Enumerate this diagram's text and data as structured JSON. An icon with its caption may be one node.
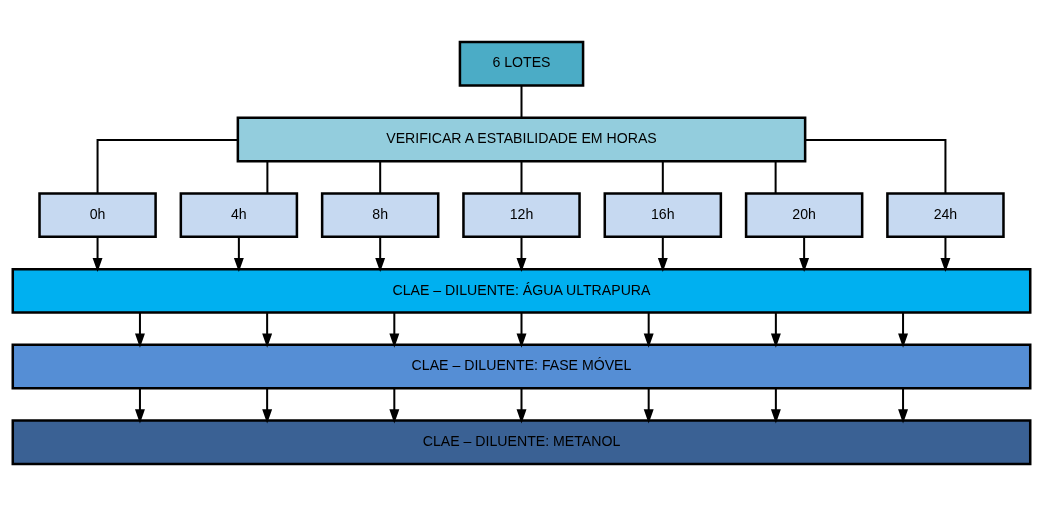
{
  "diagram": {
    "nodes": [
      {
        "text": [
          "6 LOTES"
        ]
      },
      {
        "text": [
          "VERIFICAR A ESTABILIDADE EM HORAS"
        ]
      },
      {
        "text": [
          "0h"
        ]
      },
      {
        "text": [
          "4h"
        ]
      },
      {
        "text": [
          "8h"
        ]
      },
      {
        "text": [
          "12h"
        ]
      },
      {
        "text": [
          "16h"
        ]
      },
      {
        "text": [
          "20h"
        ]
      },
      {
        "text": [
          "24h"
        ]
      },
      {
        "text": [
          "CLAE – DILUENTE: ÁGUA ULTRAPURA"
        ]
      },
      {
        "text": [
          "CLAE – DILUENTE: FASE MÓVEL"
        ]
      },
      {
        "text": [
          "CLAE – DILUENTE: METANOL"
        ]
      }
    ],
    "edges": [
      {
        "from": 0,
        "to": 1,
        "arrow": "none"
      },
      {
        "from": 1,
        "to": 2,
        "arrow": "none"
      },
      {
        "from": 1,
        "to": 3,
        "arrow": "none"
      },
      {
        "from": 1,
        "to": 4,
        "arrow": "none"
      },
      {
        "from": 1,
        "to": 5,
        "arrow": "none"
      },
      {
        "from": 1,
        "to": 6,
        "arrow": "none"
      },
      {
        "from": 1,
        "to": 7,
        "arrow": "none"
      },
      {
        "from": 1,
        "to": 8,
        "arrow": "none"
      },
      {
        "from": 2,
        "to": 9,
        "arrow": "to"
      },
      {
        "from": 3,
        "to": 9,
        "arrow": "to"
      },
      {
        "from": 4,
        "to": 9,
        "arrow": "to"
      },
      {
        "from": 5,
        "to": 9,
        "arrow": "to"
      },
      {
        "from": 6,
        "to": 9,
        "arrow": "to"
      },
      {
        "from": 7,
        "to": 9,
        "arrow": "to"
      },
      {
        "from": 8,
        "to": 9,
        "arrow": "to"
      },
      {
        "from": 9,
        "to": 10,
        "arrow": "to"
      },
      {
        "from": 9,
        "to": 10,
        "arrow": "to"
      },
      {
        "from": 9,
        "to": 10,
        "arrow": "to"
      },
      {
        "from": 9,
        "to": 10,
        "arrow": "to"
      },
      {
        "from": 9,
        "to": 10,
        "arrow": "to"
      },
      {
        "from": 9,
        "to": 10,
        "arrow": "to"
      },
      {
        "from": 9,
        "to": 10,
        "arrow": "to"
      },
      {
        "from": 10,
        "to": 11,
        "arrow": "to"
      },
      {
        "from": 10,
        "to": 11,
        "arrow": "to"
      },
      {
        "from": 10,
        "to": 11,
        "arrow": "to"
      },
      {
        "from": 10,
        "to": 11,
        "arrow": "to"
      },
      {
        "from": 10,
        "to": 11,
        "arrow": "to"
      },
      {
        "from": 10,
        "to": 11,
        "arrow": "to"
      },
      {
        "from": 10,
        "to": 11,
        "arrow": "to"
      }
    ]
  }
}
